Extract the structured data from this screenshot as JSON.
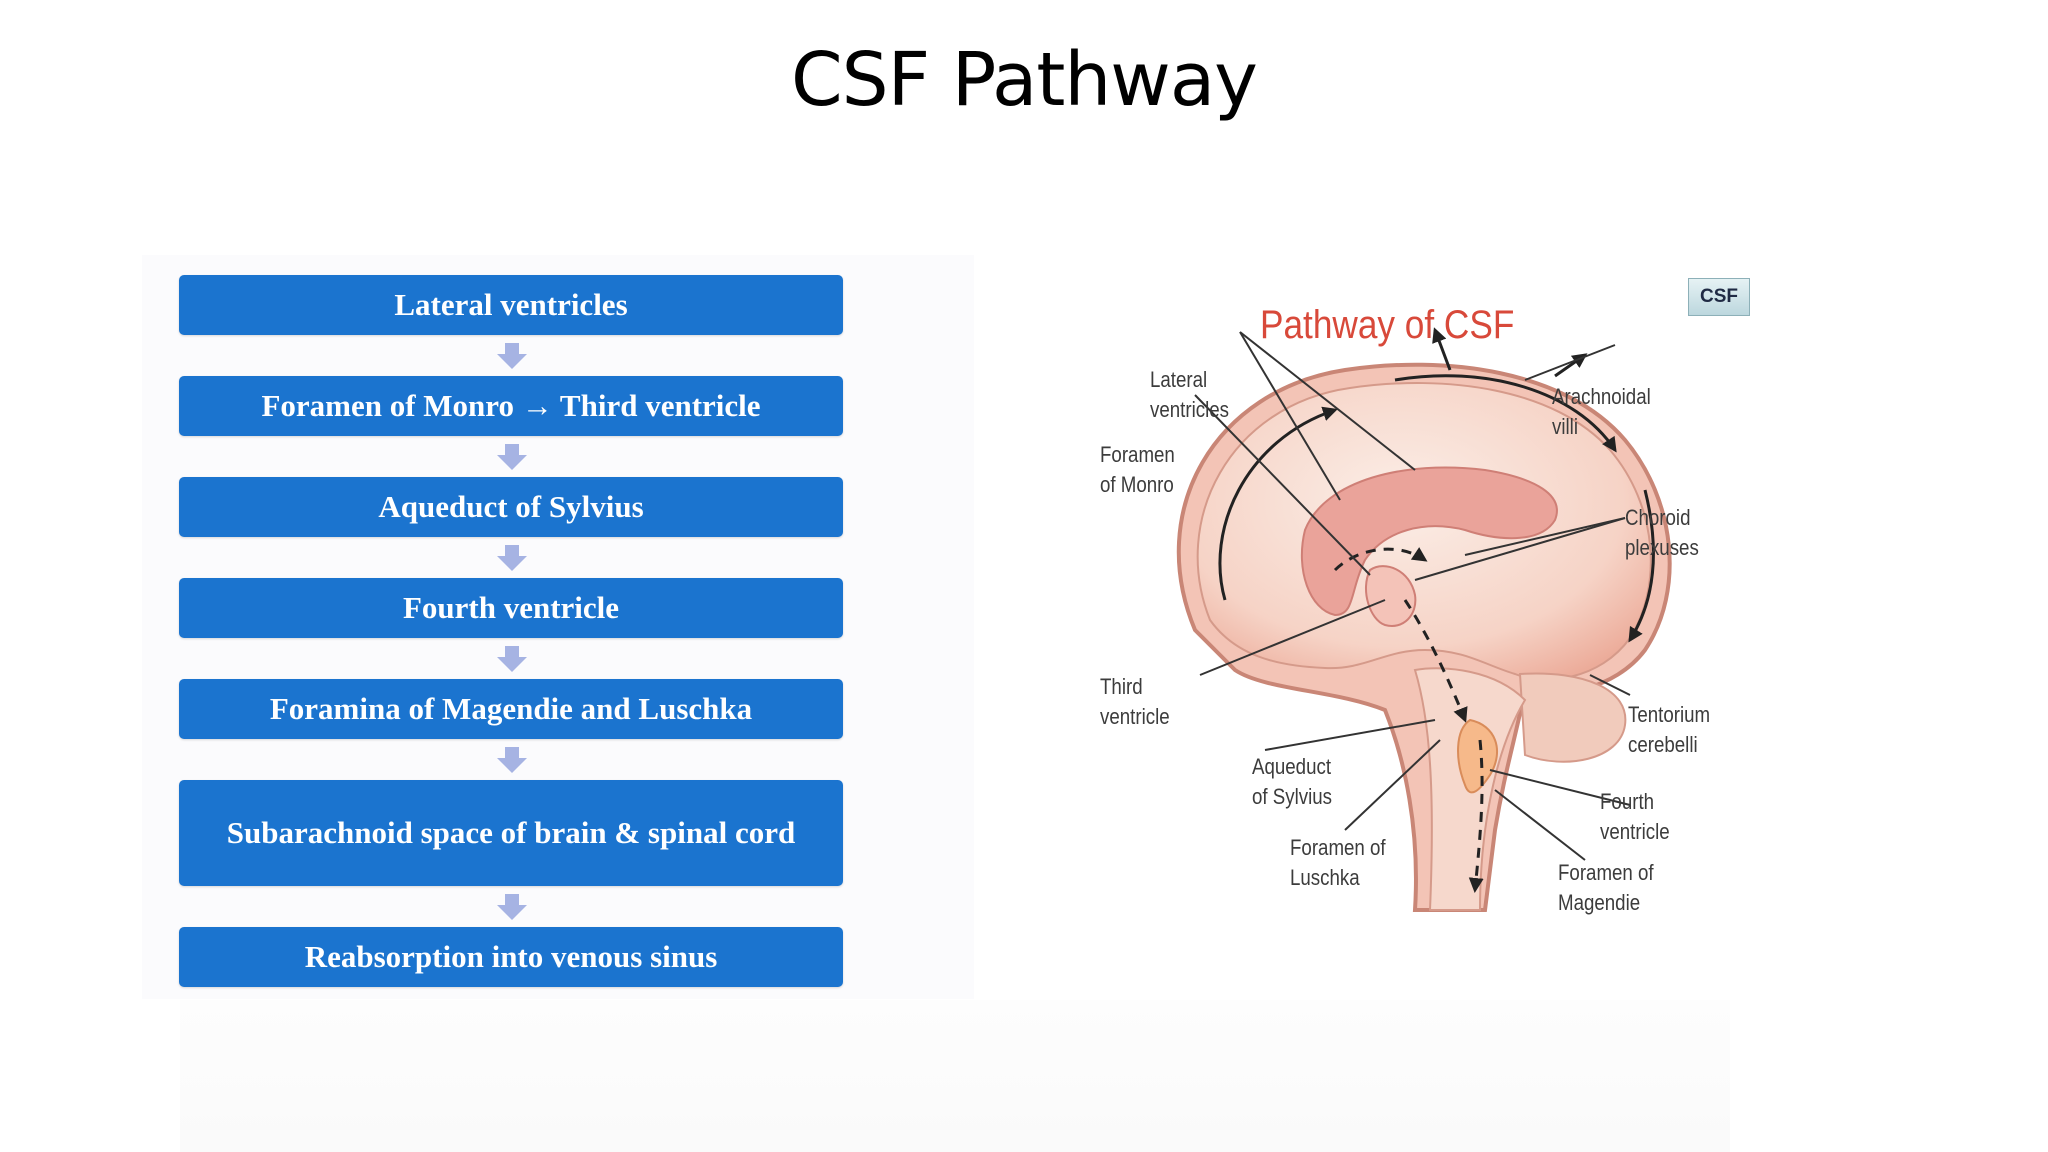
{
  "slide": {
    "title": "CSF Pathway"
  },
  "flowchart": {
    "steps": [
      "Lateral ventricles",
      "Foramen of Monro → Third ventricle",
      "Aqueduct of Sylvius",
      "Fourth ventricle",
      "Foramina of Magendie and Luschka",
      "Subarachnoid space of brain & spinal cord",
      "Reabsorption  into  venous sinus"
    ]
  },
  "diagram": {
    "title": "Pathway of CSF",
    "badge": "CSF",
    "labels": {
      "lateral_ventricles": [
        "Lateral",
        "ventricles"
      ],
      "foramen_monro": [
        "Foramen",
        "of Monro"
      ],
      "third_ventricle": [
        "Third",
        "ventricle"
      ],
      "aqueduct": [
        "Aqueduct",
        "of Sylvius"
      ],
      "foramen_luschka": [
        "Foramen of",
        "Luschka"
      ],
      "arachnoidal_villi": [
        "Arachnoidal",
        "villi"
      ],
      "choroid_plexuses": [
        "Choroid",
        "plexuses"
      ],
      "tentorium": [
        "Tentorium",
        "cerebelli"
      ],
      "fourth_ventricle": [
        "Fourth",
        "ventricle"
      ],
      "foramen_magendie": [
        "Foramen of",
        "Magendie"
      ]
    }
  },
  "colors": {
    "box_blue": "#1b74cf",
    "arrow_lavender": "#a6b3e3",
    "diagram_title": "#d8493a",
    "brain_fill": "#f6d3c6",
    "ventricle_fill": "#eaa39a"
  }
}
